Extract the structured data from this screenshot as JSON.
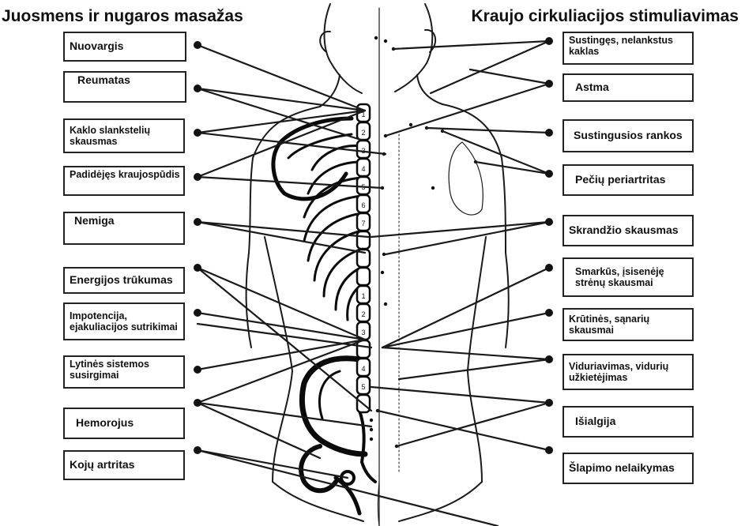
{
  "titles": {
    "left": "Juosmens ir nugaros masažas",
    "right": "Kraujo cirkuliacijos stimuliavimas"
  },
  "labels_left": [
    "Nuovargis",
    "Reumatas",
    "Kaklo slankstelių skausmas",
    "Padidėjęs kraujospūdis",
    "Nemiga",
    "Energijos trūkumas",
    "Impotencija, ejakuliacijos sutrikimai",
    "Lytinės sistemos susirgimai",
    "Hemorojus",
    "Kojų artritas"
  ],
  "labels_right": [
    "Sustingęs, nelankstus kaklas",
    "Astma",
    "Sustingusios rankos",
    "Pečių periartritas",
    "Skrandžio skausmas",
    "Smarkūs, įsisenėję strėnų skausmai",
    "Krūtinės, sąnarių skausmai",
    "Viduriavimas, vidurių užkietėjimas",
    "Išialgija",
    "Šlapimo nelaikymas"
  ],
  "vertebra_numbers": [
    "1",
    "2",
    "3",
    "4",
    "5",
    "6",
    "7",
    "1",
    "2",
    "3",
    "4",
    "5"
  ],
  "colors": {
    "line": "#1a1a1a",
    "box_border": "#222222",
    "background": "#ffffff"
  },
  "icons": [
    "connector-dot",
    "acupoint-dot",
    "human-back-outline",
    "spine-column"
  ]
}
